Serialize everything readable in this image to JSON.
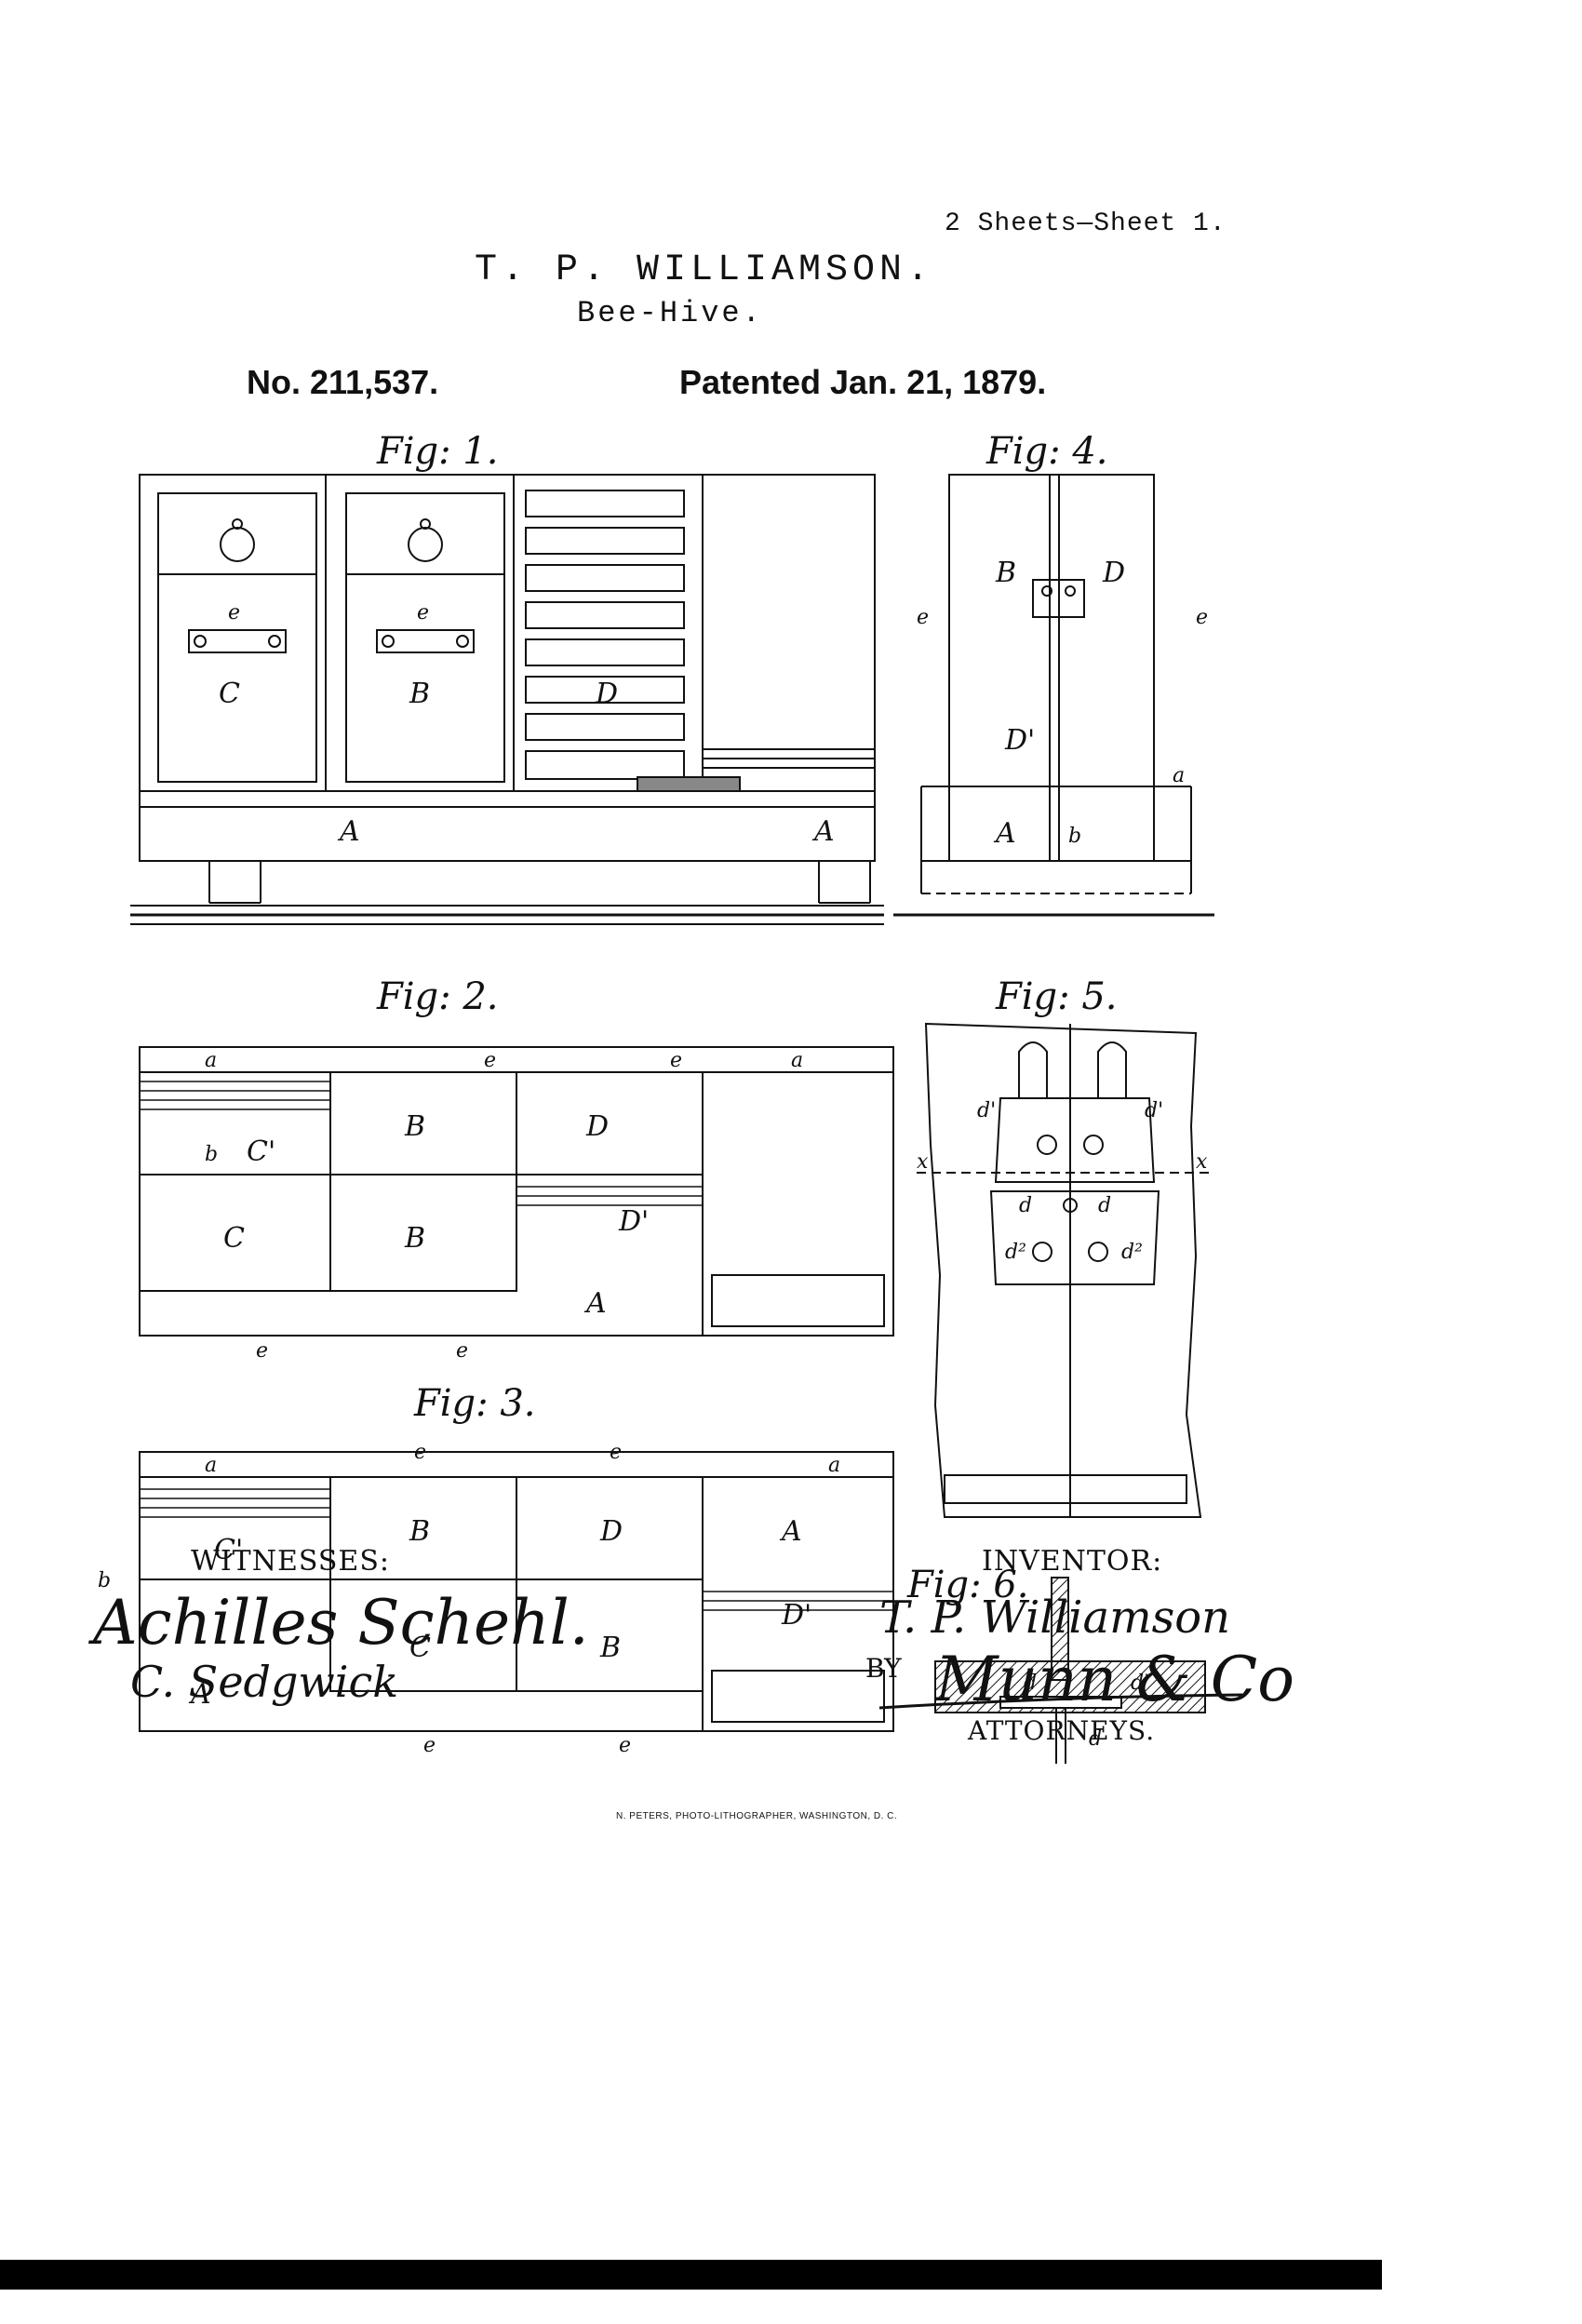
{
  "header": {
    "sheet_note": "2 Sheets—Sheet 1.",
    "inventor_name": "T. P. WILLIAMSON.",
    "invention_title": "Bee-Hive.",
    "patent_number": "No. 211,537.",
    "patent_date": "Patented Jan. 21, 1879."
  },
  "figures": {
    "fig1": {
      "title": "Fig: 1.",
      "labels": {
        "A": "A",
        "B": "B",
        "C": "C",
        "D": "D",
        "e": "e"
      }
    },
    "fig2": {
      "title": "Fig: 2.",
      "labels": {
        "a": "a",
        "b": "b",
        "A": "A",
        "B": "B",
        "C": "C",
        "C1": "C'",
        "D": "D",
        "D1": "D'",
        "e": "e"
      }
    },
    "fig3": {
      "title": "Fig: 3.",
      "labels": {
        "a": "a",
        "b": "b",
        "A": "A",
        "B": "B",
        "C": "C",
        "C1": "C'",
        "D": "D",
        "D1": "D'",
        "e": "e"
      }
    },
    "fig4": {
      "title": "Fig: 4.",
      "labels": {
        "A": "A",
        "B": "B",
        "D": "D",
        "D1": "D'",
        "a": "a",
        "b": "b",
        "e": "e"
      }
    },
    "fig5": {
      "title": "Fig: 5.",
      "labels": {
        "d": "d",
        "d1": "d'",
        "d2": "d²",
        "x": "x"
      }
    },
    "fig6": {
      "title": "Fig: 6.",
      "labels": {
        "d": "d",
        "d1": "d'"
      }
    }
  },
  "footer": {
    "witnesses_label": "WITNESSES:",
    "inventor_label": "INVENTOR:",
    "by_label": "BY",
    "attorneys_label": "ATTORNEYS.",
    "witness_signature_1": "Achilles Schehl.",
    "witness_signature_2": "C. Sedgwick",
    "inventor_signature": "T. P. Williamson",
    "attorney_signature": "Munn & Co",
    "printer_credit": "N. PETERS, PHOTO-LITHOGRAPHER, WASHINGTON, D. C."
  }
}
